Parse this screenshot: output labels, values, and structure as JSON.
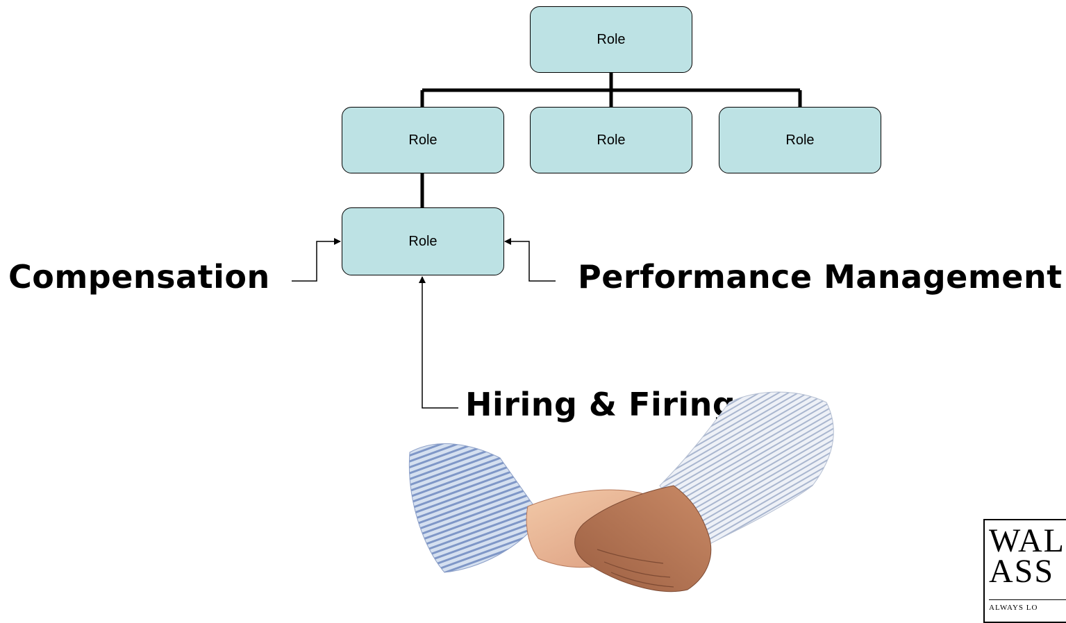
{
  "org_chart": {
    "top": "Role",
    "middle": [
      "Role",
      "Role",
      "Role"
    ],
    "sub": "Role"
  },
  "labels": {
    "compensation": "Compensation",
    "performance": "Performance Management",
    "hiring": "Hiring & Firing"
  },
  "logo": {
    "line1": "WAL",
    "line2": "ASS",
    "tagline": "ALWAYS LO"
  },
  "colors": {
    "box_fill": "#bde2e4",
    "connector": "#000000"
  },
  "image": {
    "name": "handshake-photo"
  }
}
